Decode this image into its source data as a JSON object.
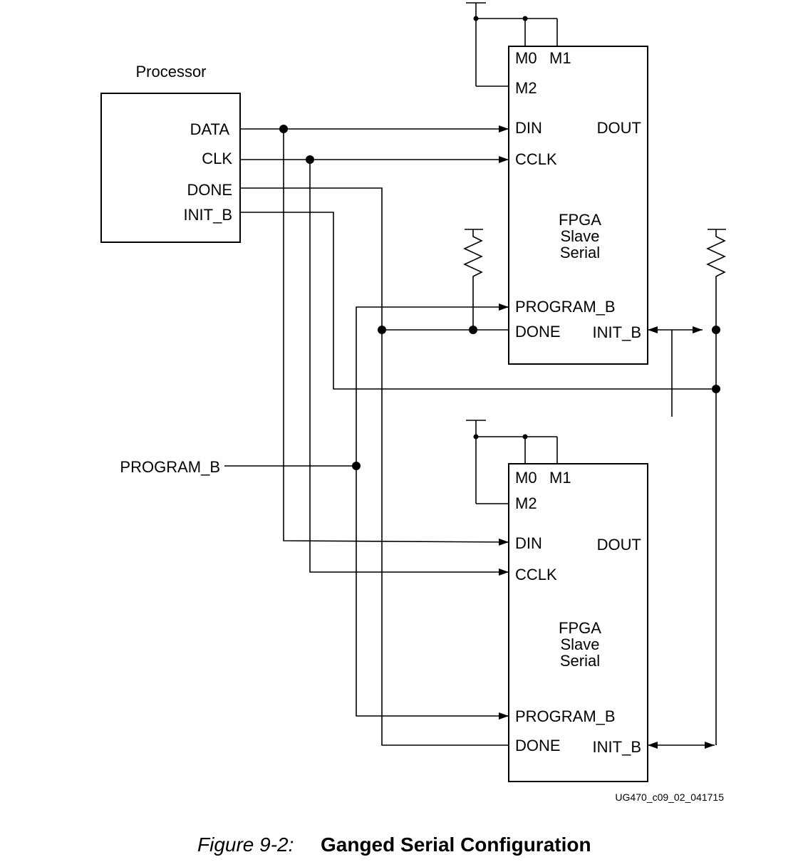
{
  "processor": {
    "title": "Processor",
    "pins": {
      "data": "DATA",
      "clk": "CLK",
      "done": "DONE",
      "init_b": "INIT_B"
    }
  },
  "fpga_top": {
    "name_lines": [
      "FPGA",
      "Slave",
      "Serial"
    ],
    "pins": {
      "m0": "M0",
      "m1": "M1",
      "m2": "M2",
      "din": "DIN",
      "dout": "DOUT",
      "cclk": "CCLK",
      "program_b": "PROGRAM_B",
      "done": "DONE",
      "init_b": "INIT_B"
    }
  },
  "fpga_bottom": {
    "name_lines": [
      "FPGA",
      "Slave",
      "Serial"
    ],
    "pins": {
      "m0": "M0",
      "m1": "M1",
      "m2": "M2",
      "din": "DIN",
      "dout": "DOUT",
      "cclk": "CCLK",
      "program_b": "PROGRAM_B",
      "done": "DONE",
      "init_b": "INIT_B"
    }
  },
  "external_signal": "PROGRAM_B",
  "figure_code": "UG470_c09_02_041715",
  "caption": {
    "number": "Figure 9-2:",
    "title": "Ganged Serial Configuration"
  }
}
